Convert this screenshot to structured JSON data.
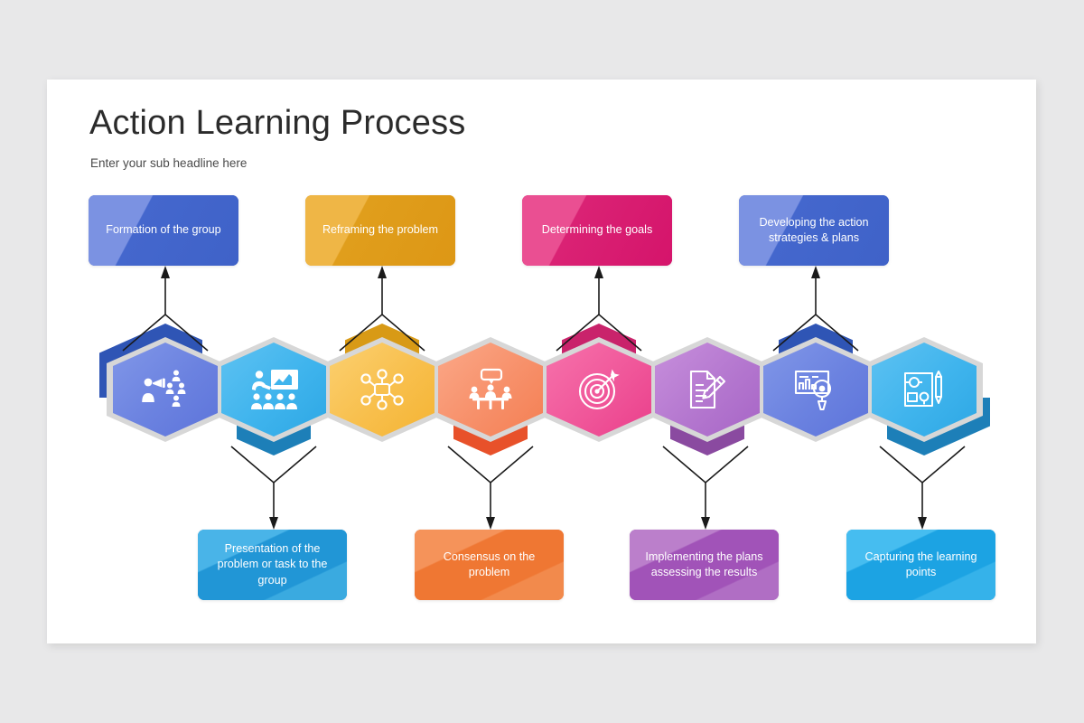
{
  "slide": {
    "title": "Action Learning Process",
    "subtitle": "Enter your sub headline here",
    "background_color": "#e8e8e9",
    "card_color": "#ffffff"
  },
  "top_labels": [
    {
      "text": "Formation of the group",
      "color": "#3f62c8",
      "color_light": "#7b92e2"
    },
    {
      "text": "Reframing the problem",
      "color": "#dd9715",
      "color_light": "#efb646"
    },
    {
      "text": "Determining the goals",
      "color": "#d5146b",
      "color_light": "#ea4f92"
    },
    {
      "text": "Developing the action strategies & plans",
      "color": "#3f62c8",
      "color_light": "#7b92e2"
    }
  ],
  "bottom_labels": [
    {
      "text": "Presentation of the problem or task to the group",
      "color": "#2196d6",
      "color_light": "#49b4e8"
    },
    {
      "text": "Consensus on the problem",
      "color": "#ef7733",
      "color_light": "#f5935a"
    },
    {
      "text": "Implementing the plans assessing the results",
      "color": "#a153b8",
      "color_light": "#bb7fcb"
    },
    {
      "text": "Capturing the learning points",
      "color": "#1ca3e3",
      "color_light": "#46bdf0"
    }
  ],
  "steps": [
    {
      "icon": "megaphone-group-icon",
      "direction": "up",
      "color_inner": "#6b82e0",
      "color_outer": "#2f55b5",
      "label_ref": "top_labels.0"
    },
    {
      "icon": "presentation-chart-audience-icon",
      "direction": "down",
      "color_inner": "#3fb4ed",
      "color_outer": "#1d7fb8",
      "label_ref": "bottom_labels.0"
    },
    {
      "icon": "network-nodes-icon",
      "direction": "up",
      "color_inner": "#f8bf4c",
      "color_outer": "#d89a16",
      "label_ref": "top_labels.1"
    },
    {
      "icon": "meeting-table-speech-icon",
      "direction": "down",
      "color_inner": "#f7906a",
      "color_outer": "#e8512a",
      "label_ref": "bottom_labels.1"
    },
    {
      "icon": "target-arrow-icon",
      "direction": "up",
      "color_inner": "#f0579a",
      "color_outer": "#c9236b",
      "label_ref": "top_labels.2"
    },
    {
      "icon": "document-pencil-icon",
      "direction": "down",
      "color_inner": "#b477cf",
      "color_outer": "#8a4aa0",
      "label_ref": "bottom_labels.2"
    },
    {
      "icon": "chart-magnifier-icon",
      "direction": "up",
      "color_inner": "#6b82e0",
      "color_outer": "#2f55b5",
      "label_ref": "top_labels.3"
    },
    {
      "icon": "board-notes-pencil-icon",
      "direction": "down",
      "color_inner": "#3fb4ed",
      "color_outer": "#1d7fb8",
      "label_ref": "bottom_labels.3"
    }
  ],
  "connectors": {
    "arrow_color": "#1a1a1a"
  }
}
